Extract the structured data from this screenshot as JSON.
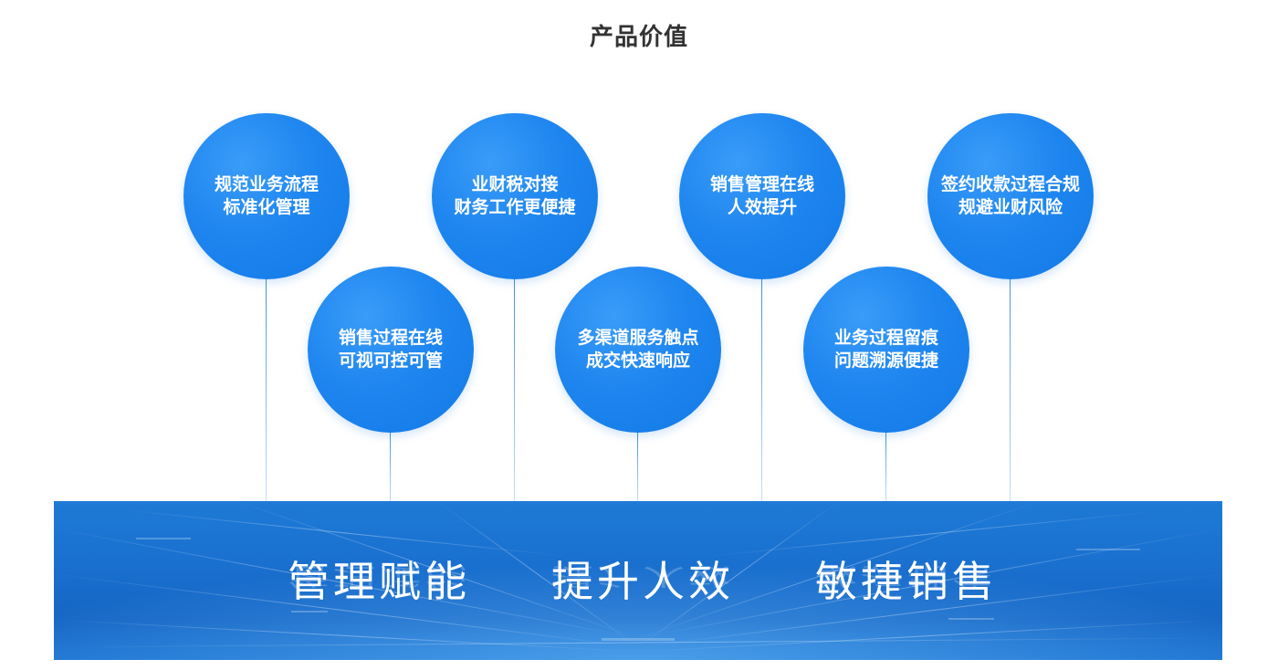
{
  "title": "产品价值",
  "bubbles": [
    {
      "line1": "规范业务流程",
      "line2": "标准化管理"
    },
    {
      "line1": "销售过程在线",
      "line2": "可视可控可管"
    },
    {
      "line1": "业财税对接",
      "line2": "财务工作更便捷"
    },
    {
      "line1": "多渠道服务触点",
      "line2": "成交快速响应"
    },
    {
      "line1": "销售管理在线",
      "line2": "人效提升"
    },
    {
      "line1": "业务过程留痕",
      "line2": "问题溯源便捷"
    },
    {
      "line1": "签约收款过程合规",
      "line2": "规避业财风险"
    }
  ],
  "banner": {
    "slogans": [
      "管理赋能",
      "提升人效",
      "敏捷销售"
    ]
  },
  "colors": {
    "bubble": "#1f86f0",
    "banner": "#1a70cf",
    "title": "#333333"
  }
}
